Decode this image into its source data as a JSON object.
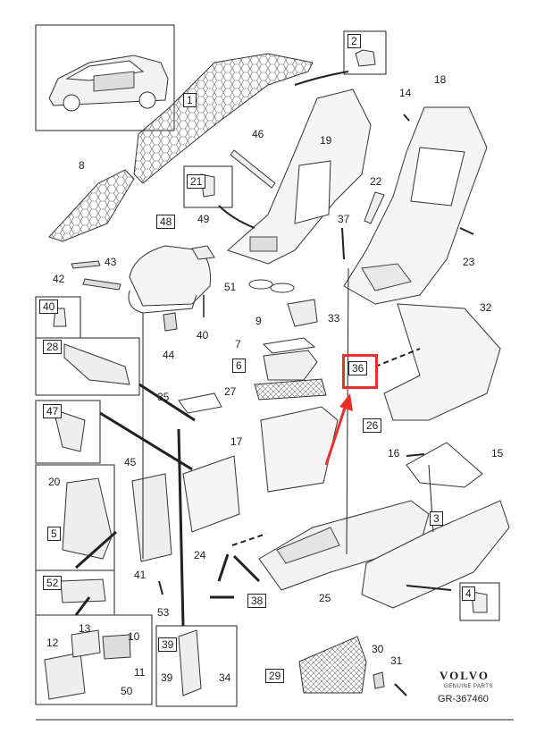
{
  "callouts": {
    "c1": "1",
    "c2": "2",
    "c3": "3",
    "c4": "4",
    "c5": "5",
    "c7": "7",
    "c8": "8",
    "c9": "9",
    "c10": "10",
    "c11": "11",
    "c12": "12",
    "c13": "13",
    "c14": "14",
    "c15": "15",
    "c16": "16",
    "c17": "17",
    "c18": "18",
    "c19": "19",
    "c20": "20",
    "c21": "21",
    "c22": "22",
    "c23": "23",
    "c24": "24",
    "c25": "25",
    "c26": "26",
    "c27": "27",
    "c28": "28",
    "c29": "29",
    "c30": "30",
    "c31": "31",
    "c32": "32",
    "c33": "33",
    "c34": "34",
    "c35": "35",
    "c36": "36",
    "c37": "37",
    "c38": "38",
    "c39": "39",
    "c40a": "40",
    "c40b": "40",
    "c41": "41",
    "c42": "42",
    "c43": "43",
    "c44": "44",
    "c45": "45",
    "c46": "46",
    "c47": "47",
    "c48": "48",
    "c49": "49",
    "c50": "50",
    "c51": "51",
    "c52": "52",
    "c53": "53",
    "c6": "6"
  },
  "brand": {
    "name": "VOLVO",
    "sub": "GENUINE PARTS",
    "ref": "GR-367460"
  },
  "colors": {
    "line": "#2a2a2a",
    "fill": "#f4f4f4",
    "accent": "#e8302a"
  }
}
